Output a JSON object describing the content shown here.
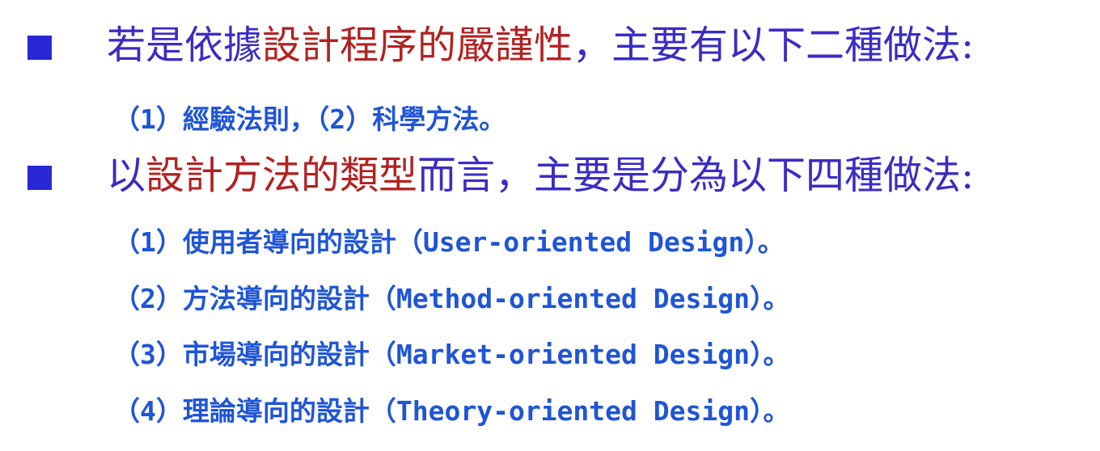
{
  "colors": {
    "bullet": "#2727d4",
    "highlight": "#b22222",
    "normal": "#3b2cc4",
    "subitem": "#1f55d6"
  },
  "bullets": [
    {
      "icon": "square-bullet-icon",
      "heading": {
        "pre": "若是依據",
        "highlight": "設計程序的嚴謹性",
        "post": "，主要有以下二種做法:"
      },
      "subitems": [
        "（1）經驗法則，（2）科學方法。"
      ]
    },
    {
      "icon": "square-bullet-icon",
      "heading": {
        "pre": "以",
        "highlight": "設計方法的類型",
        "post": "而言，主要是分為以下四種做法:"
      },
      "subitems": [
        "（1）使用者導向的設計（User-oriented Design）。",
        "（2）方法導向的設計（Method-oriented Design）。",
        "（3）市場導向的設計（Market-oriented Design）。",
        "（4）理論導向的設計（Theory-oriented Design）。"
      ]
    }
  ]
}
